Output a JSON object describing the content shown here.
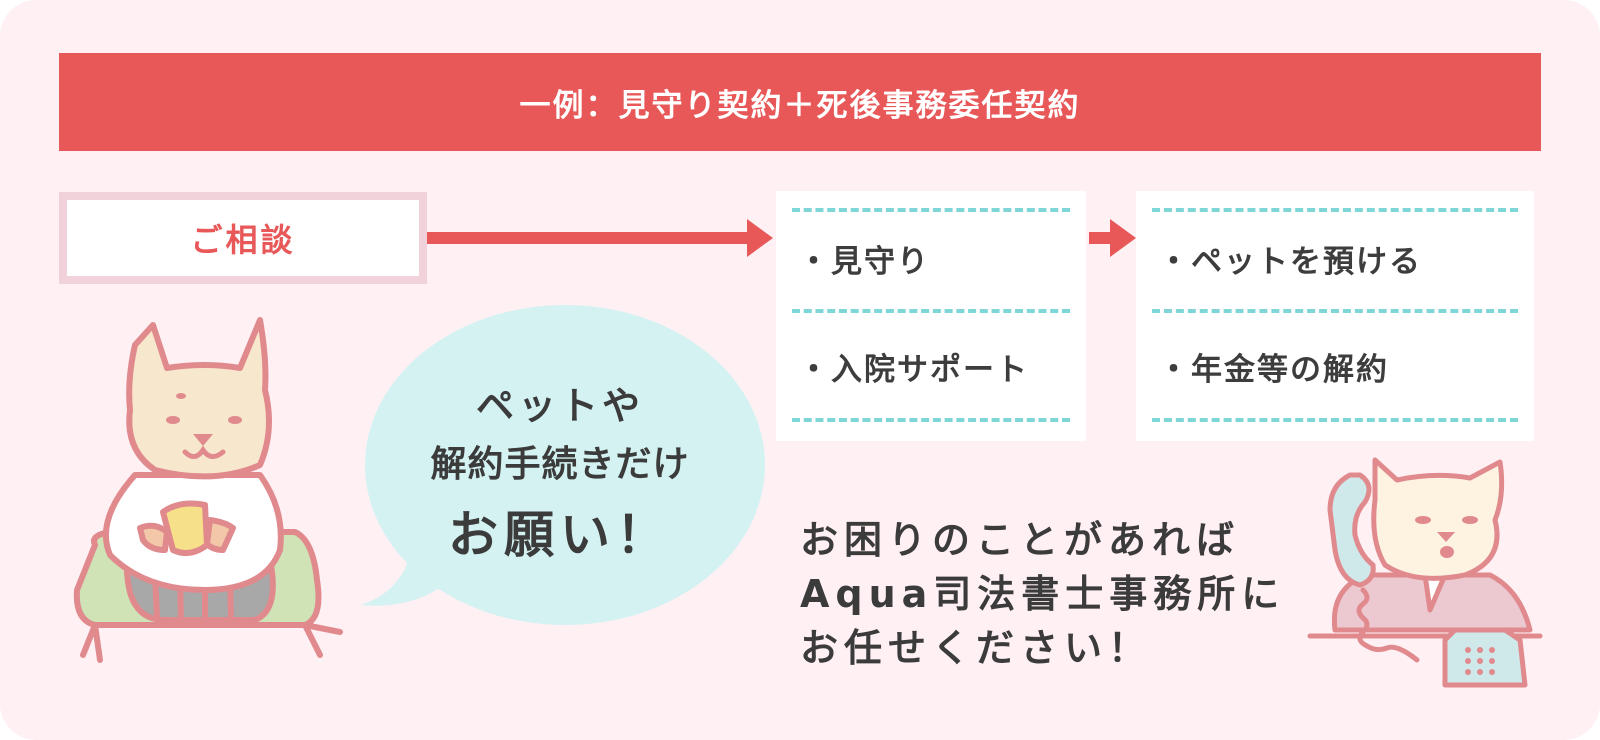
{
  "header": {
    "title": "一例：見守り契約＋死後事務委任契約",
    "background_color": "#e85858"
  },
  "flow": {
    "start_box": {
      "label": "ご相談"
    },
    "box_1": {
      "items": [
        "・見守り",
        "・入院サポート"
      ]
    },
    "box_2": {
      "items": [
        "・ペットを預ける",
        "・年金等の解約"
      ]
    },
    "accent_color": "#e85858",
    "divider_color": "#7fd6d6"
  },
  "speech_bubble": {
    "lines": [
      "ペットや",
      "解約手続きだけ",
      "お願い！"
    ],
    "color": "#d4f2f2"
  },
  "closing_message": {
    "lines": [
      "お困りのことがあれば",
      "Aqua司法書士事務所に",
      "お任せください！"
    ]
  },
  "illustrations": {
    "client_character": "cat-holding-teacup-on-cushion",
    "staff_character": "cat-on-telephone-at-desk"
  }
}
